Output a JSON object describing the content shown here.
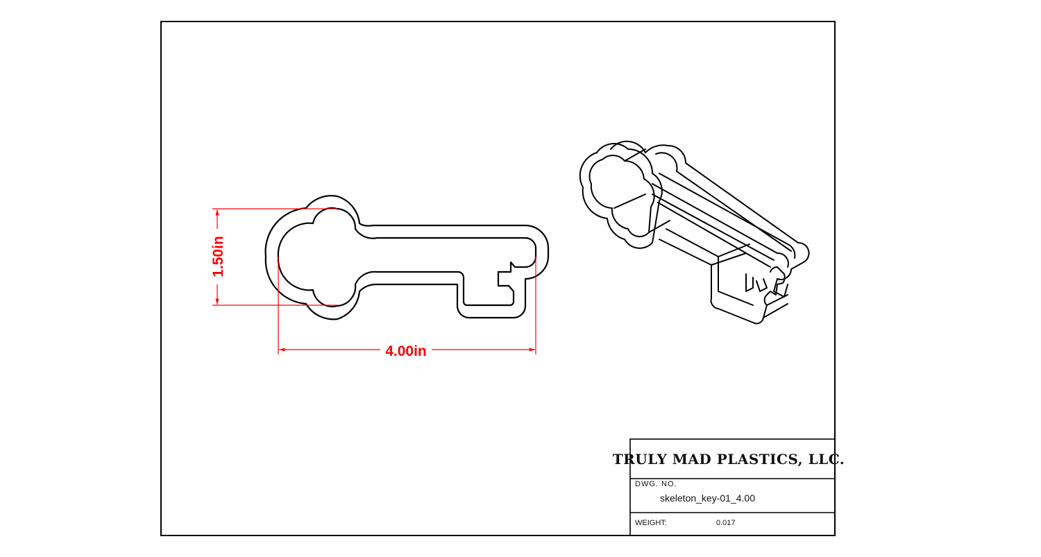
{
  "title_block": {
    "company": "TRULY MAD PLASTICS, LLC.",
    "dwg_no_label": "DWG. NO.",
    "dwg_no": "skeleton_key-01_4.00",
    "weight_label": "WEIGHT:",
    "weight": "0.017"
  },
  "dimensions": {
    "height": "1.50in",
    "width": "4.00in"
  },
  "colors": {
    "dimension": "#ff0000",
    "line": "#000000",
    "paper": "#ffffff"
  }
}
